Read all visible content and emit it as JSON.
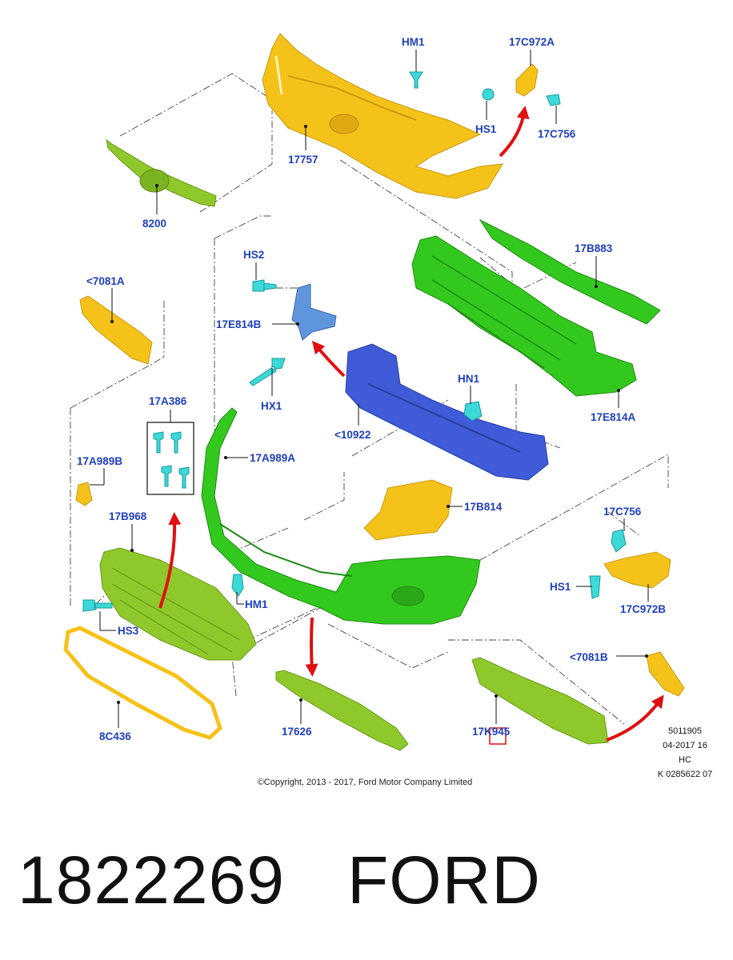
{
  "labels": {
    "hm1_top": "HM1",
    "c17c972a": "17C972A",
    "hs1_top": "HS1",
    "c17c756_top": "17C756",
    "c17757": "17757",
    "c8200": "8200",
    "c17b883": "17B883",
    "hs2": "HS2",
    "c7081a": "<7081A",
    "c17e814b": "17E814B",
    "hx1": "HX1",
    "hn1": "HN1",
    "c10922": "<10922",
    "c17e814a": "17E814A",
    "c17a386": "17A386",
    "c17a989a": "17A989A",
    "c17a989b": "17A989B",
    "c17b814": "17B814",
    "c17b968": "17B968",
    "c17c756_right": "17C756",
    "hs1_right": "HS1",
    "c17c972b": "17C972B",
    "hm1_bottom": "HM1",
    "hs3": "HS3",
    "c7081b": "<7081B",
    "c8c436": "8C436",
    "c17626": "17626",
    "c17k945": "17K945"
  },
  "codes": {
    "line1": "5011905",
    "line2": "04-2017 16",
    "line3": "HC",
    "line4": "K 0285622 07"
  },
  "copyright": "©Copyright, 2013 - 2017, Ford Motor Company Limited",
  "part_number": "1822269",
  "brand": "FORD",
  "colors": {
    "label_blue": "#1f3fbf",
    "part_yellow": "#f5c21a",
    "part_green": "#33c81e",
    "part_olive": "#8fc82a",
    "part_blue": "#3f5bd8",
    "part_lightblue": "#5f95dc",
    "fastener_cyan": "#3dd8d8",
    "arrow_red": "#e01010"
  }
}
